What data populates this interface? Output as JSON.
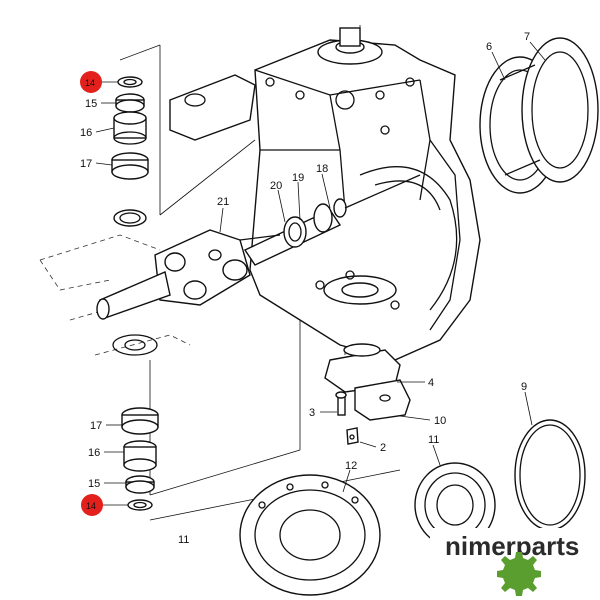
{
  "diagram": {
    "callouts": [
      {
        "id": "top-14",
        "text": "14"
      },
      {
        "id": "top-15",
        "text": "15"
      },
      {
        "id": "top-16",
        "text": "16"
      },
      {
        "id": "top-17",
        "text": "17"
      },
      {
        "id": "c6",
        "text": "6"
      },
      {
        "id": "c7",
        "text": "7"
      },
      {
        "id": "c18",
        "text": "18"
      },
      {
        "id": "c19",
        "text": "19"
      },
      {
        "id": "c20",
        "text": "20"
      },
      {
        "id": "c21",
        "text": "21"
      },
      {
        "id": "c4",
        "text": "4"
      },
      {
        "id": "c3",
        "text": "3"
      },
      {
        "id": "c10",
        "text": "10"
      },
      {
        "id": "c2",
        "text": "2"
      },
      {
        "id": "c9",
        "text": "9"
      },
      {
        "id": "c11",
        "text": "11"
      },
      {
        "id": "c12",
        "text": "12"
      },
      {
        "id": "c11b",
        "text": "11"
      },
      {
        "id": "bot-17",
        "text": "17"
      },
      {
        "id": "bot-16",
        "text": "16"
      },
      {
        "id": "bot-15",
        "text": "15"
      },
      {
        "id": "bot-14",
        "text": "14"
      }
    ],
    "highlight_color": "#e3201b"
  },
  "watermark": {
    "text": "nimerparts",
    "logo_color": "#5a9e2f"
  }
}
